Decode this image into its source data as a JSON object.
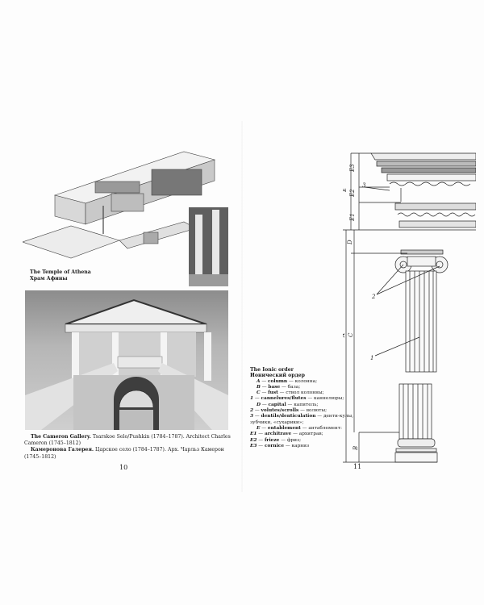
{
  "left_page": {
    "page_number": "10",
    "figure_athena": {
      "caption_en": "The Temple of Athena",
      "caption_ru": "Храм Афины"
    },
    "figure_cameron": {
      "caption_en_bold": "The Cameron Gallery.",
      "caption_en_rest": " Tsarskoe Selo/Pushkin (1784–1787). Architect Charles Cameron (1745–1812)",
      "caption_ru_bold": "Камеронова Галерея.",
      "caption_ru_rest": " Царское село (1784–1787). Арх. Чарльз Камерон (1745–1812)"
    }
  },
  "right_page": {
    "page_number": "11",
    "legend": {
      "title_en": "The Ionic order",
      "title_ru": "Ионический ордер",
      "items": [
        {
          "key": "A",
          "term": "column",
          "translation": "колонна;"
        },
        {
          "key": "B",
          "term": "base",
          "translation": "база;"
        },
        {
          "key": "C",
          "term": "fust",
          "translation": "ствол колонны;"
        },
        {
          "key": "1",
          "term": "cannelures/flutes",
          "translation": "каннелюры;"
        },
        {
          "key": "D",
          "term": "capital",
          "translation": "капитель;"
        },
        {
          "key": "2",
          "term": "volutes/scrolls",
          "translation": "волюты;"
        },
        {
          "key": "3",
          "term": "dentils/denticulation",
          "translation": "денти-кулы, зубчики, «сухарики»;"
        },
        {
          "key": "E",
          "term": "entablement",
          "translation": "антаблемент:"
        },
        {
          "key": "E1",
          "term": "architrave",
          "translation": "архитрав;"
        },
        {
          "key": "E2",
          "term": "frieze",
          "translation": "фриз;"
        },
        {
          "key": "E3",
          "term": "cornice",
          "translation": "карниз"
        }
      ]
    },
    "diagram_labels": {
      "A": "A",
      "B": "B",
      "C": "C",
      "D": "D",
      "E": "E",
      "E1": "E1",
      "E2": "E2",
      "E3": "E3",
      "n1": "1",
      "n2": "2",
      "n3": "3"
    }
  }
}
